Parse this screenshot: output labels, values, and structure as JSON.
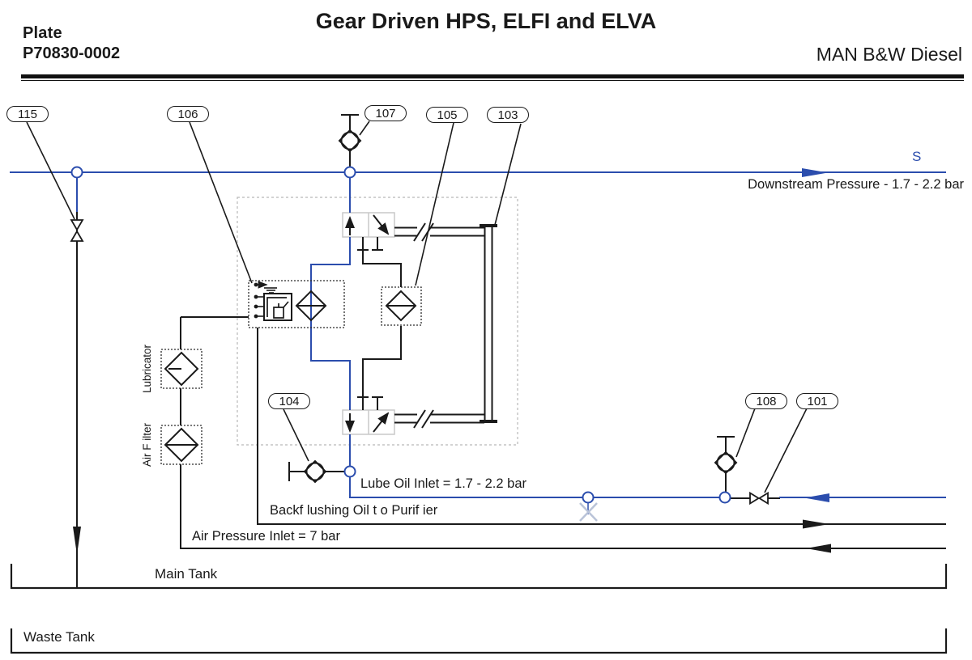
{
  "header": {
    "plate_label": "Plate",
    "plate_number": "P70830-0002",
    "title": "Gear Driven HPS, ELFI and ELVA",
    "brand": "MAN B&W Diesel"
  },
  "callouts": [
    {
      "label": "115"
    },
    {
      "label": "106"
    },
    {
      "label": "107"
    },
    {
      "label": "105"
    },
    {
      "label": "103"
    },
    {
      "label": "104"
    },
    {
      "label": "108"
    },
    {
      "label": "101"
    }
  ],
  "labels": {
    "s_marker": "S",
    "downstream": "Downstream Pressure - 1.7 - 2.2 bar",
    "lube_inlet": "Lube Oil Inlet = 1.7 - 2.2 bar",
    "backflush": "Backf lushing Oil t o Purif ier",
    "air_inlet": "Air Pressure Inlet = 7 bar",
    "main_tank": "Main Tank",
    "waste_tank": "Waste Tank",
    "lubricator": "Lubricator",
    "air_filter": "Air F ilter"
  },
  "colors": {
    "flow_blue": "#2b4dad",
    "line_black": "#1a1a1a",
    "faded_mark": "#b9c3d8",
    "valve_box_gray": "#c9c9c9"
  }
}
